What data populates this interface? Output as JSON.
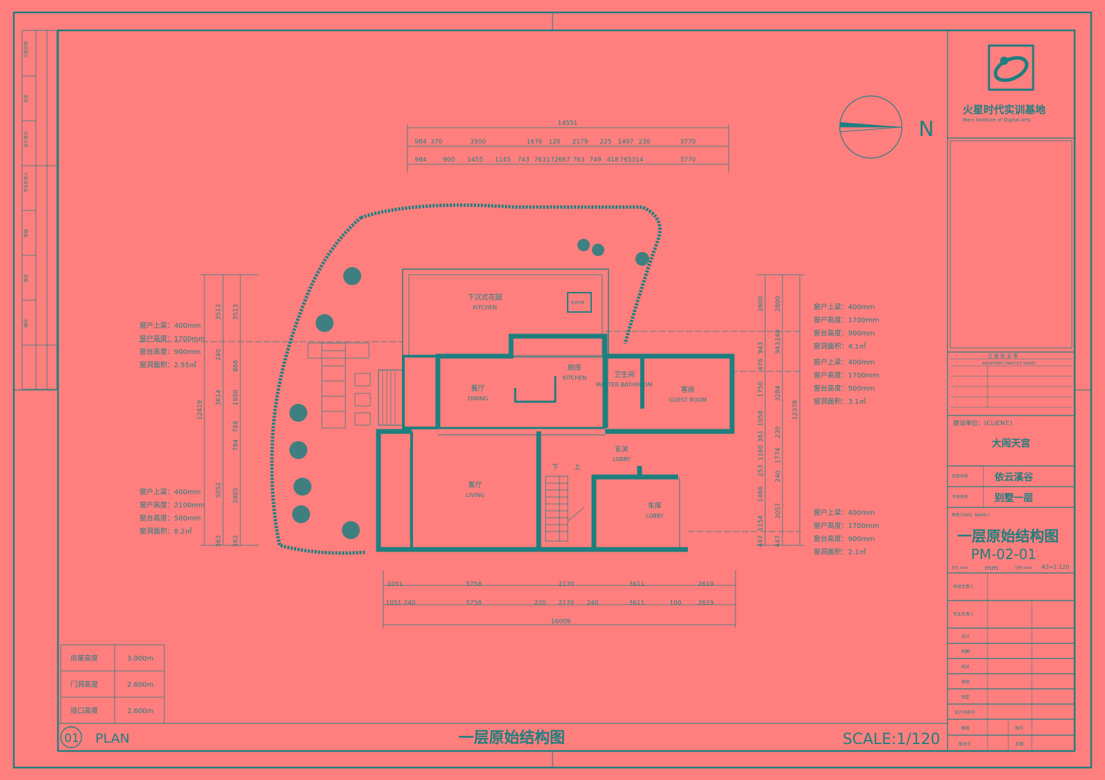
{
  "colors": {
    "background": "#ff7f7f",
    "ink": "#1e7f7f",
    "ink_dark": "#145f5f"
  },
  "compass": {
    "north_label": "N"
  },
  "title_block": {
    "org_cn": "火星时代实训基地",
    "org_en": "Mars Institute of Digital Arts",
    "stamp_title": "注 册 执 业 章",
    "stamp_sub": "REGISTERED PRACTICE SIGNET",
    "client_label": "建设单位：(CLIENT:)",
    "client_name": "大闹天宫",
    "project_label": "项目名称",
    "project_name": "依云溪谷",
    "sub_project_label": "子项名称",
    "sub_project_name": "别墅一层",
    "drawing_label": "图名(DWG. NAME:)",
    "drawing_title": "一层原始结构图",
    "drawing_no": "PM-02-01",
    "unit_label": "单位 units",
    "unit": "mm",
    "scale_label": "比例 scale",
    "scale": "A3=1:120",
    "rows": [
      "项目负责人",
      "专业负责人",
      "设计",
      "制图",
      "校对",
      "审核",
      "审定",
      "设计项目号"
    ],
    "bottom_cells": [
      "图版",
      "版本号",
      "图号",
      "日期"
    ]
  },
  "left_strip": {
    "labels": [
      "工程名称",
      "会签",
      "设计单位",
      "专业负责人",
      "审核",
      "审定",
      "图号"
    ]
  },
  "plan": {
    "rooms": [
      {
        "cn": "下沉式花园",
        "en": "KITCHEN"
      },
      {
        "cn": "厨房",
        "en": "KITCHEN"
      },
      {
        "cn": "餐厅",
        "en": "DINING"
      },
      {
        "cn": "卫生间",
        "en": "MASTER BATHROOM"
      },
      {
        "cn": "客房",
        "en": "GUEST ROOM"
      },
      {
        "cn": "玄关",
        "en": "LOBBY"
      },
      {
        "cn": "客厅",
        "en": "LIVING"
      },
      {
        "cn": "车库",
        "en": "LOBBY"
      }
    ],
    "stair_down": "下",
    "stair_up": "上",
    "small_box": "湿池水箱"
  },
  "dims": {
    "top_total": "14551",
    "top_row1": [
      "984",
      "370",
      "3500",
      "1676",
      "120",
      "2179",
      "225",
      "1497",
      "230",
      "3770"
    ],
    "top_row2": [
      "984",
      "900",
      "1455",
      "1145",
      "743",
      "763",
      "172",
      "667",
      "763",
      "749",
      "418",
      "765",
      "314",
      "3770"
    ],
    "bottom_row1": [
      "1051",
      "5758",
      "2170",
      "3611",
      "2619"
    ],
    "bottom_row2": [
      "1051",
      "240",
      "5758",
      "220",
      "2170",
      "240",
      "3611",
      "100",
      "2619"
    ],
    "bottom_total": "16009",
    "left_total": "12419",
    "left_outer": [
      "3513",
      "240",
      "3614",
      "5052",
      "363"
    ],
    "left_inner": [
      "3513",
      "866",
      "1950",
      "788",
      "784",
      "3905",
      "363"
    ],
    "right_total": "12378",
    "right_outer": [
      "2600",
      "240",
      "943",
      "3284",
      "230",
      "1774",
      "240",
      "3057",
      "447"
    ],
    "right_inner": [
      "2600",
      "943",
      "476",
      "1750",
      "1058",
      "361",
      "1160",
      "253",
      "1466",
      "1154",
      "447"
    ]
  },
  "window_notes": {
    "left_top": [
      "窗户上梁：400mm",
      "窗户高度：1700mm",
      "窗台高度：900mm",
      "窗洞面积：2.55㎡"
    ],
    "left_bottom": [
      "窗户上梁：400mm",
      "窗户高度：2100mm",
      "窗台高度：500mm",
      "窗洞面积：8.2㎡"
    ],
    "right_1": [
      "窗户上梁：400mm",
      "窗户高度：1700mm",
      "窗台高度：900mm",
      "窗洞面积：4.1㎡"
    ],
    "right_2": [
      "窗户上梁：400mm",
      "窗户高度：1700mm",
      "窗台高度：500mm",
      "窗洞面积：3.1㎡"
    ],
    "right_3": [
      "窗户上梁：400mm",
      "窗户高度：1700mm",
      "窗台高度：900mm",
      "窗洞面积：2.1㎡"
    ]
  },
  "heights": [
    {
      "label": "房屋高度",
      "value": "3.000m"
    },
    {
      "label": "门洞高度",
      "value": "2.600m"
    },
    {
      "label": "垭口高度",
      "value": "2.600m"
    }
  ],
  "footer": {
    "num": "01",
    "plan": "PLAN",
    "title": "一层原始结构图",
    "scale": "SCALE:1/120"
  }
}
